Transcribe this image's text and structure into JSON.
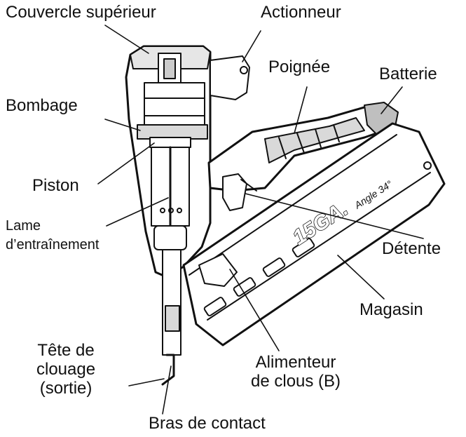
{
  "figure": {
    "labels": {
      "top_cover": "Couvercle supérieur",
      "actuator": "Actionneur",
      "handle": "Poignée",
      "battery": "Batterie",
      "bumper": "Bombage",
      "piston": "Piston",
      "driver_blade_line1": "Lame",
      "driver_blade_line2": "d’entraînement",
      "trigger": "Détente",
      "magazine": "Magasin",
      "nose_line1": "Tête de",
      "nose_line2": "clouage",
      "nose_line3": "(sortie)",
      "feeder_line1": "Alimenteur",
      "feeder_line2": "de clous (B)",
      "contact_arm": "Bras de contact"
    },
    "magazine_markings": {
      "model": "15GA.",
      "angle": "Angle 34°"
    },
    "colors": {
      "ink": "#111111",
      "background": "#ffffff",
      "shade": "#d9d9d9"
    }
  }
}
